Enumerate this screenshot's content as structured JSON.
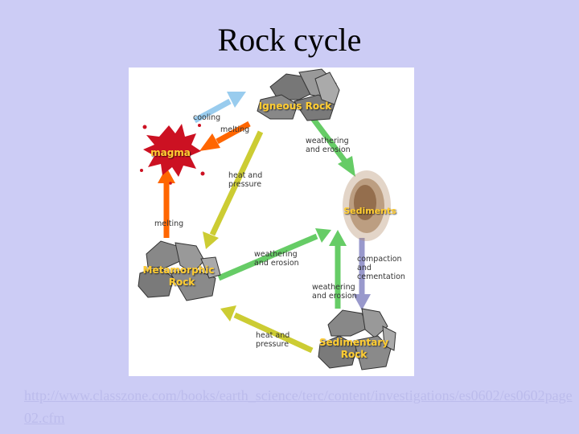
{
  "slide": {
    "title": "Rock cycle",
    "source_url": "http://www.classzone.com/books/earth_science/terc/content/investigations/es0602/es0602page02.cfm"
  },
  "diagram": {
    "nodes": {
      "igneous": "Igneous Rock",
      "magma": "magma",
      "sediments": "Sediments",
      "metamorphic_line1": "Metamorphic",
      "metamorphic_line2": "Rock",
      "sedimentary_line1": "Sedimentary",
      "sedimentary_line2": "Rock"
    },
    "labels": {
      "cooling": "cooling",
      "melting_top": "melting",
      "weathering_1": "weathering\nand erosion",
      "heat_pressure_1": "heat and\npressure",
      "melting_left": "melting",
      "weathering_2": "weathering\nand erosion",
      "compaction": "compaction and\ncementation",
      "weathering_3": "weathering\nand erosion",
      "heat_pressure_2": "heat and\npressure"
    },
    "colors": {
      "cooling_arrow": "#99ccee",
      "melting_arrow": "#ff6600",
      "weathering_arrow": "#66cc66",
      "pressure_arrow": "#cccc33",
      "compaction_arrow": "#9999cc",
      "magma": "#cc1122",
      "rock": "#888888",
      "rock_label": "#ffcc33"
    }
  }
}
